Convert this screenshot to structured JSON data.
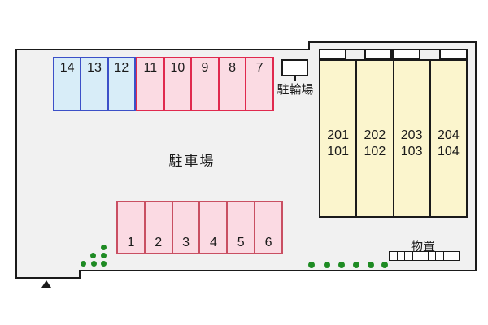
{
  "parking": {
    "area_label": "駐車場",
    "top_row": {
      "blue": [
        "14",
        "13",
        "12"
      ],
      "pink": [
        "11",
        "10",
        "9",
        "8",
        "7"
      ]
    },
    "bottom_row": [
      "1",
      "2",
      "3",
      "4",
      "5",
      "6"
    ]
  },
  "building": {
    "units": [
      {
        "upper": "201",
        "lower": "101"
      },
      {
        "upper": "202",
        "lower": "102"
      },
      {
        "upper": "203",
        "lower": "103"
      },
      {
        "upper": "204",
        "lower": "104"
      }
    ]
  },
  "bicycle_parking": {
    "label": "駐輪場"
  },
  "storage": {
    "label": "物置",
    "compartments": 9
  },
  "greenery": {
    "cluster_dots": 6,
    "row_dots": 6
  },
  "colors": {
    "site_background": "#f1f1f1",
    "outline": "#1a1a1a",
    "blue_fill": "#d8edf8",
    "blue_border": "#3c50c8",
    "pink_fill": "#fbdbe3",
    "pink_border": "#e0294e",
    "bottom_row_border": "#c94f62",
    "building_fill": "#fbf5cd",
    "tree_green": "#1e8b23"
  }
}
